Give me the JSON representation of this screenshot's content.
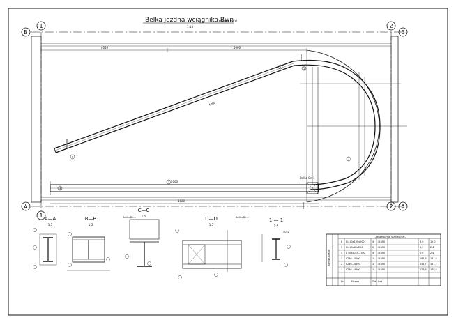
{
  "title": "Belka jezdna wciągnika Bwn",
  "title_note": "(widok z góry)",
  "main_scale": "1:15",
  "axes": {
    "B": "B",
    "A": "A",
    "one": "1",
    "two": "2"
  },
  "dims": {
    "d1": "4040",
    "d2": "5000",
    "d3": "1820",
    "d4": "4000"
  },
  "sections": [
    {
      "id": "A-A",
      "label": "A—A",
      "scale": "1:5"
    },
    {
      "id": "B-B",
      "label": "B—B",
      "scale": "1:5"
    },
    {
      "id": "C-C",
      "label": "C—C",
      "scale": "1:5"
    },
    {
      "id": "D-D",
      "label": "D—D",
      "scale": "1:5"
    },
    {
      "id": "1-1",
      "label": "1 — 1",
      "scale": "1:5"
    }
  ],
  "details": {
    "belka_label": "Belka  Bn-1",
    "stopka": "40x1"
  },
  "markers": [
    "1",
    "2",
    "3",
    "4",
    "5",
    "6"
  ],
  "table": {
    "header": "Zestawienie stali  kg/szt.",
    "side_label": "Rama ukośna",
    "rows": [
      {
        "no": "6",
        "name": "BL 10x195x200",
        "cnt": "4",
        "grade": "St3SX",
        "a": "3,0",
        "b": "12,0"
      },
      {
        "no": "5",
        "name": "BL 10x60x200",
        "cnt": "2",
        "grade": "St3SX",
        "a": "1,2",
        "b": "2,4"
      },
      {
        "no": "4",
        "name": "L 50x50x5—160",
        "cnt": "4",
        "grade": "St3SX",
        "a": "0,6",
        "b": "2,4"
      },
      {
        "no": "3",
        "name": "I 240—5000",
        "cnt": "1",
        "grade": "St3SX",
        "a": "181,5",
        "b": "181,5"
      },
      {
        "no": "2",
        "name": "I 240—4190",
        "cnt": "1",
        "grade": "St3SX",
        "a": "151,7",
        "b": "151,7"
      },
      {
        "no": "1",
        "name": "I 240—4900",
        "cnt": "1",
        "grade": "St3SX",
        "a": "178,5",
        "b": "178,5"
      }
    ],
    "footer": {
      "f1": "Nr",
      "f2": "Nazwa",
      "f3": "Szt",
      "f4": "Gat"
    }
  }
}
